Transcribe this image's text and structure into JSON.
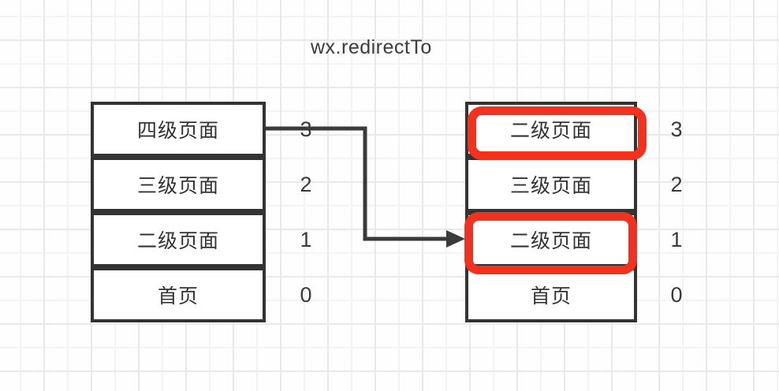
{
  "title": "wx.redirectTo",
  "left_stack": {
    "rows": [
      {
        "label": "四级页面",
        "index": "3"
      },
      {
        "label": "三级页面",
        "index": "2"
      },
      {
        "label": "二级页面",
        "index": "1"
      },
      {
        "label": "首页",
        "index": "0"
      }
    ]
  },
  "right_stack": {
    "rows": [
      {
        "label": "二级页面",
        "index": "3",
        "highlighted": true
      },
      {
        "label": "三级页面",
        "index": "2",
        "highlighted": false
      },
      {
        "label": "二级页面",
        "index": "1",
        "highlighted": true
      },
      {
        "label": "首页",
        "index": "0",
        "highlighted": false
      }
    ]
  },
  "colors": {
    "highlight": "#f4311f",
    "line": "#3a3a3a"
  }
}
